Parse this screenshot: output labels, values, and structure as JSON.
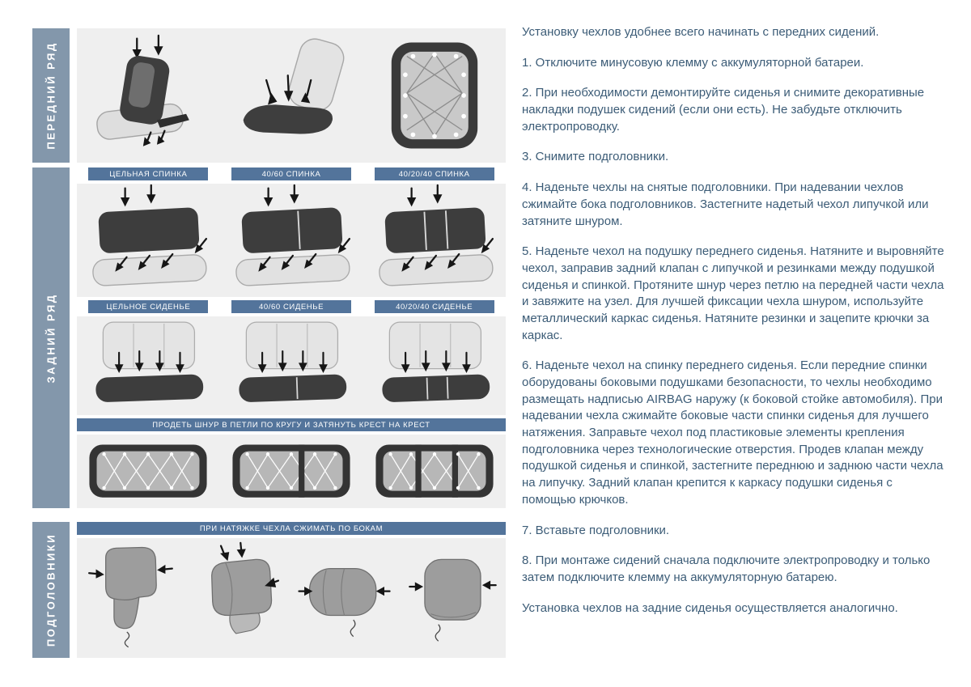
{
  "palette": {
    "banner_bg": "#53749b",
    "side_label_bg": "#8397ab",
    "panel_bg": "#efefef",
    "text_color": "#3c5c77",
    "cover_dark": "#3d3d3d",
    "seat_light": "#e2e2e2",
    "headrest_gray": "#9d9d9d"
  },
  "sections": {
    "front_row": {
      "label": "ПЕРЕДНИЙ РЯД"
    },
    "back_row": {
      "label": "ЗАДНИЙ РЯД",
      "backrest_labels": [
        "ЦЕЛЬНАЯ СПИНКА",
        "40/60 СПИНКА",
        "40/20/40 СПИНКА"
      ],
      "cushion_labels": [
        "ЦЕЛЬНОЕ СИДЕНЬЕ",
        "40/60 СИДЕНЬЕ",
        "40/20/40 СИДЕНЬЕ"
      ],
      "lacing_banner": "ПРОДЕТЬ ШНУР В ПЕТЛИ ПО КРУГУ И ЗАТЯНУТЬ КРЕСТ НА КРЕСТ"
    },
    "headrests": {
      "label": "ПОДГОЛОВНИКИ",
      "banner": "ПРИ НАТЯЖКЕ ЧЕХЛА СЖИМАТЬ ПО БОКАМ"
    }
  },
  "instructions": {
    "intro": "Установку чехлов удобнее всего начинать с передних сидений.",
    "steps": [
      "1. Отключите минусовую клемму с аккумуляторной батареи.",
      "2. При необходимости демонтируйте сиденья и снимите декоративные накладки подушек сидений (если они есть). Не забудьте отключить электропроводку.",
      "3. Снимите подголовники.",
      "4. Наденьте чехлы на снятые подголовники. При надевании чехлов сжимайте бока подголовников. Застегните надетый чехол липучкой или затяните шнуром.",
      "5. Наденьте чехол на подушку переднего сиденья. Натяните и выровняйте чехол, заправив задний клапан с липучкой и резинками между подушкой сиденья и спинкой. Протяните шнур через петлю на передней части чехла и завяжите на узел. Для лучшей фиксации чехла шнуром, используйте металлический каркас сиденья. Натяните резинки и зацепите крючки за каркас.",
      "6. Наденьте чехол на спинку переднего сиденья. Если передние спинки оборудованы боковыми подушками безопасности, то чехлы необходимо размещать надписью AIRBAG наружу (к боковой стойке автомобиля). При надевании чехла сжимайте боковые части спинки сиденья для лучшего натяжения. Заправьте чехол под пластиковые элементы крепления подголовника через технологические отверстия. Продев клапан между подушкой сиденья и спинкой, застегните переднюю и заднюю части чехла на липучку. Задний клапан крепится к каркасу подушки сиденья с помощью крючков.",
      "7. Вставьте подголовники.",
      "8. При монтаже сидений сначала подключите электропроводку и только затем подключите клемму на аккумуляторную батарею."
    ],
    "outro": "Установка чехлов на задние сиденья осуществляется аналогично."
  }
}
